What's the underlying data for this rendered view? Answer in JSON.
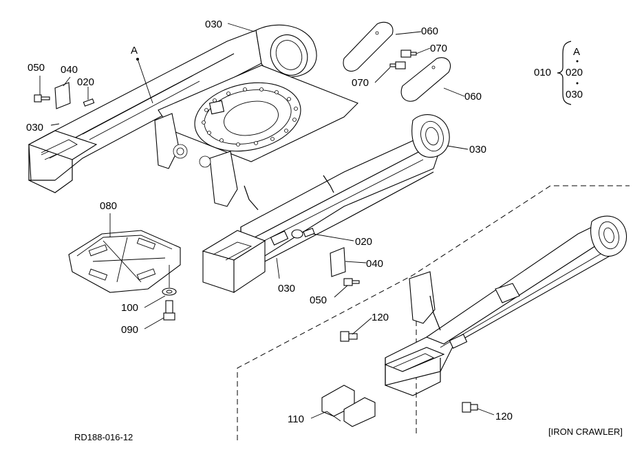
{
  "diagram": {
    "ref_code": "RD188-016-12",
    "variant_note": "[IRON CRAWLER]",
    "callouts": {
      "p030_top": "030",
      "p060_top": "060",
      "p070_top": "070",
      "p070_mid": "070",
      "p060_mid": "060",
      "p030_right": "030",
      "pA": "A",
      "p050_left": "050",
      "p040_left": "040",
      "p020_left": "020",
      "p030_left": "030",
      "p080": "080",
      "p100": "100",
      "p090": "090",
      "p020_center": "020",
      "p040_center": "040",
      "p030_center": "030",
      "p050_center": "050",
      "p120_top": "120",
      "p120_bottom": "120",
      "p110": "110"
    },
    "assembly": {
      "main": "010",
      "items": [
        "A",
        "020",
        "030"
      ]
    }
  }
}
